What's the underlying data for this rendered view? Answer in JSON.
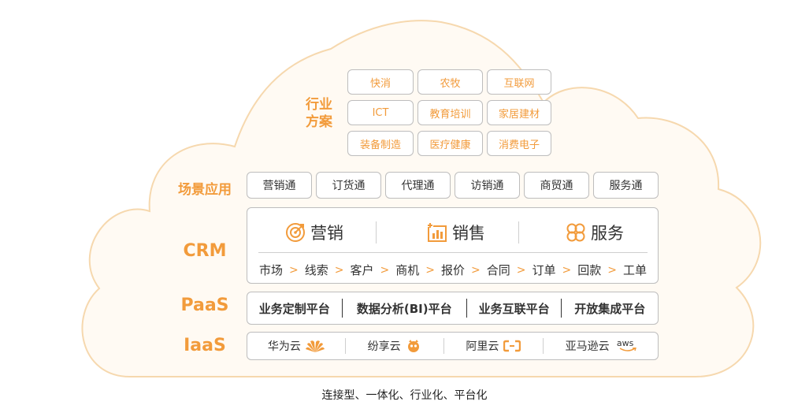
{
  "colors": {
    "accent": "#f29b3b",
    "cloud_fill": "#fffaf3",
    "cloud_stroke": "#f6d8ae",
    "box_border": "#bdbdbd"
  },
  "labels": {
    "industry": "行业\n方案",
    "scene": "场景应用",
    "crm": "CRM",
    "paas": "PaaS",
    "iaas": "IaaS"
  },
  "industry_items": [
    "快消",
    "农牧",
    "互联网",
    "ICT",
    "教育培训",
    "家居建材",
    "装备制造",
    "医疗健康",
    "消费电子"
  ],
  "scene_items": [
    "营销通",
    "订货通",
    "代理通",
    "访销通",
    "商贸通",
    "服务通"
  ],
  "crm": {
    "modules": [
      {
        "label": "营销",
        "icon": "target-icon"
      },
      {
        "label": "销售",
        "icon": "bar-chart-icon"
      },
      {
        "label": "服务",
        "icon": "clover-icon"
      }
    ],
    "steps": [
      "市场",
      "线索",
      "客户",
      "商机",
      "报价",
      "合同",
      "订单",
      "回款",
      "工单"
    ],
    "arrow": ">"
  },
  "paas_items": [
    "业务定制平台",
    "数据分析(BI)平台",
    "业务互联平台",
    "开放集成平台"
  ],
  "iaas_items": [
    {
      "label": "华为云",
      "icon": "huawei-logo-icon"
    },
    {
      "label": "纷享云",
      "icon": "fxiaoke-mascot-icon"
    },
    {
      "label": "阿里云",
      "icon": "aliyun-logo-icon"
    },
    {
      "label": "亚马逊云",
      "icon": "aws-logo-icon",
      "logo_text": "aws"
    }
  ],
  "caption": "连接型、一体化、行业化、平台化"
}
